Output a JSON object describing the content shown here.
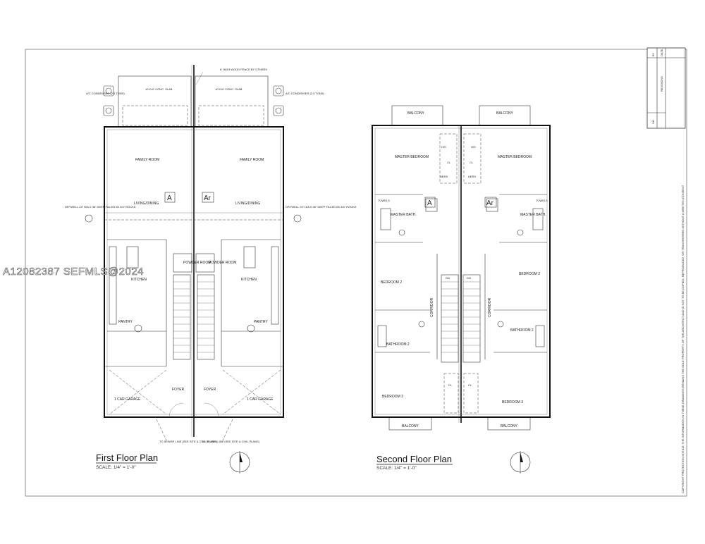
{
  "watermark": "A12082387 SEFMLS@2024",
  "first_floor": {
    "title": "First Floor Plan",
    "scale": "SCALE: 1/4\" = 1'-0\"",
    "unit_left": "A",
    "unit_right": "Ar",
    "rooms": {
      "family_room": "FAMILY ROOM",
      "living_dining": "LIVING/DINING",
      "kitchen": "KITCHEN",
      "powder_room": "POWDER ROOM",
      "pantry": "PANTRY",
      "foyer": "FOYER",
      "garage": "1 CAR GARAGE"
    },
    "notes": {
      "slab": "10'X10' CONC. SLAB",
      "fence": "6' HIGH WOOD FENCE BY OTHERS",
      "ac_condenser": "A/C CONDENSER (2.5 TONS)",
      "drywell": "DRYWELL 24\" DIA X 36\" DEEP FILLED W/ 3/4\" ROCKS",
      "to_sewer": "TO SEWER LINE (SEE SITE & CIVIL PLANS)"
    }
  },
  "second_floor": {
    "title": "Second Floor Plan",
    "scale": "SCALE: 1/4\" = 1'-0\"",
    "unit_left": "A",
    "unit_right": "Ar",
    "rooms": {
      "balcony": "BALCONY",
      "master_bedroom": "MASTER BEDROOM",
      "master_bath": "MASTER BATH.",
      "bedroom_2": "BEDROOM 2",
      "bedroom_3": "BEDROOM 3",
      "bathroom_2": "BATHROOM 2",
      "corridor": "CORRIDOR",
      "his": "HIS",
      "hers": "HERS",
      "closet": "CL",
      "towels": "TOWELS",
      "dn": "DN"
    }
  },
  "title_block": {
    "revision": "NO.",
    "date": "DATE",
    "by": "BY",
    "revisions": "REVISIONS"
  },
  "copyright_notice": "COPYRIGHT PROTECTION NOTICE: THE INFORMATION IN THESE DRAWINGS REMAINS THE SOLE PROPERTY OF THE ARCHITECT AND IS NOT TO BE COPIED, REPRODUCED, OR TRANSFERRED WITHOUT A WRITTEN CONSENT"
}
